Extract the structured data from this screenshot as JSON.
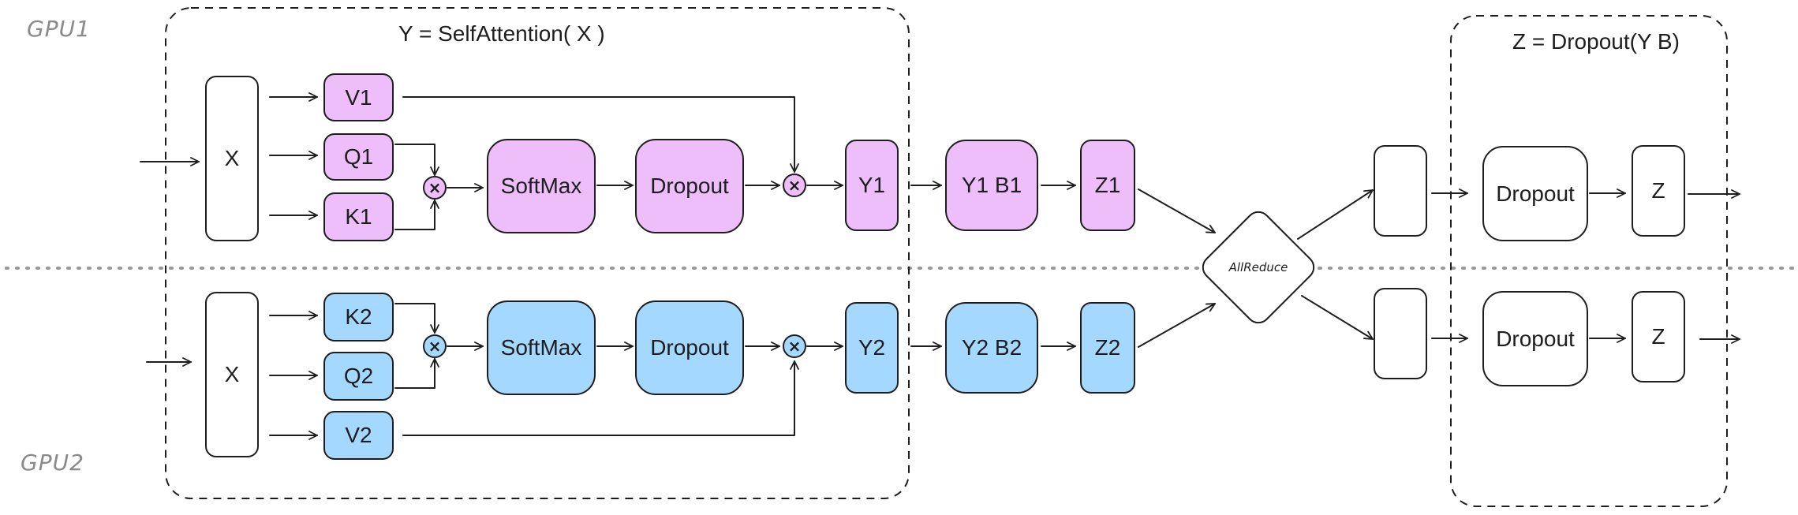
{
  "gpu_labels": {
    "gpu1": "GPU1",
    "gpu2": "GPU2"
  },
  "groups": {
    "attention_title": "Y = SelfAttention( X )",
    "dropout_title": "Z = Dropout(Y B)"
  },
  "gpu1": {
    "x": "X",
    "v": "V1",
    "q": "Q1",
    "k": "K1",
    "softmax": "SoftMax",
    "dropout": "Dropout",
    "y": "Y1",
    "yb": "Y1 B1",
    "z": "Z1",
    "out_dropout": "Dropout",
    "out_z": "Z"
  },
  "gpu2": {
    "x": "X",
    "k": "K2",
    "q": "Q2",
    "v": "V2",
    "softmax": "SoftMax",
    "dropout": "Dropout",
    "y": "Y2",
    "yb": "Y2 B2",
    "z": "Z2",
    "out_dropout": "Dropout",
    "out_z": "Z"
  },
  "ops": {
    "multiply_symbol": "×"
  },
  "allreduce": "AllReduce",
  "colors": {
    "gpu1_fill": "#eebefa",
    "gpu2_fill": "#a5d8ff",
    "stroke": "#1e1e1e",
    "separator": "#999999"
  }
}
